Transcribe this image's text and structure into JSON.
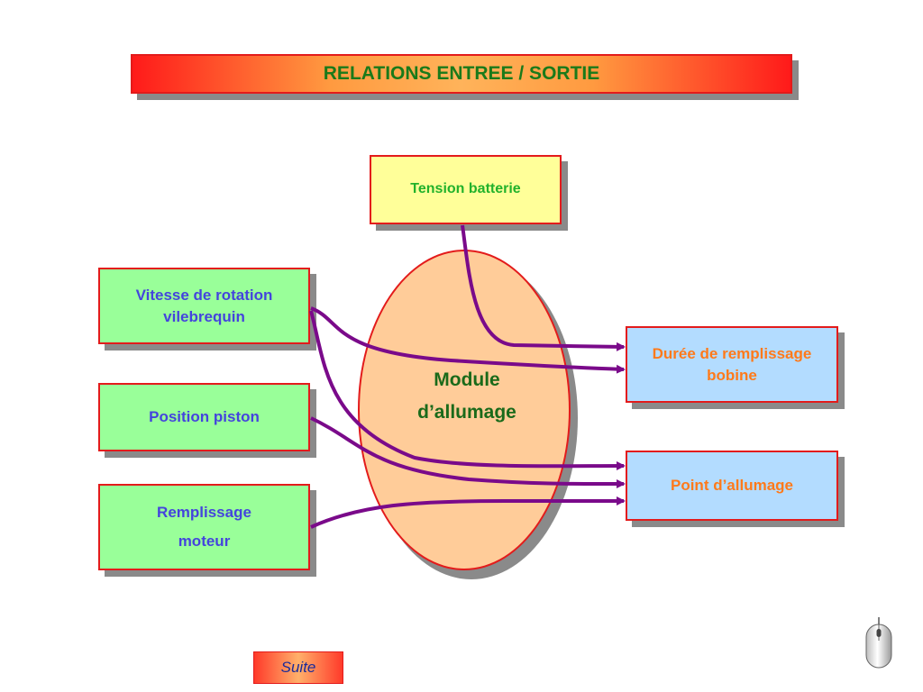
{
  "title": "RELATIONS ENTREE / SORTIE",
  "inputs": {
    "tension": "Tension batterie",
    "vitesse": "Vitesse de rotation vilebrequin",
    "position": "Position piston",
    "remplissage_line1": "Remplissage",
    "remplissage_line2": "moteur"
  },
  "module": {
    "line1": "Module",
    "line2": "d’allumage"
  },
  "outputs": {
    "duree": "Durée de remplissage bobine",
    "point": "Point d’allumage"
  },
  "nav": {
    "suite": "Suite"
  },
  "icons": {
    "mouse": "mouse-icon"
  },
  "colors": {
    "title_text": "#1a7a1a",
    "border": "#e31b1b",
    "input_bg": "#99ff99",
    "input_text": "#4444dd",
    "output_bg": "#b3dcff",
    "output_text": "#ff7a1a",
    "tension_bg": "#ffff99",
    "tension_text": "#22b22b",
    "module_bg": "#ffcc99",
    "module_text": "#1a6a1a",
    "arrow": "#7a0a8a"
  }
}
